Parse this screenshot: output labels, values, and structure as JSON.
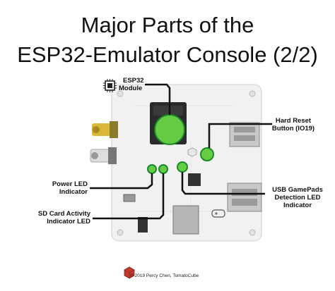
{
  "title_line1": "Major Parts of the",
  "title_line2": "ESP32-Emulator Console (2/2)",
  "labels": {
    "esp32_line1": "ESP32",
    "esp32_line2": "Module",
    "reset_line1": "Hard Reset",
    "reset_line2": "Button (IO19)",
    "power_line1": "Power LED",
    "power_line2": "Indicator",
    "sd_line1": "SD Card Activity",
    "sd_line2": "Indicator LED",
    "usb_line1": "USB GamePads",
    "usb_line2": "Detection LED",
    "usb_line3": "Indicator"
  },
  "footer": "© 2019 Percy Chen, TomatoCube",
  "colors": {
    "highlight": "#66cc44",
    "highlight_stroke": "#1a8a2a",
    "board": "#f2f2f2",
    "leader": "#111111"
  },
  "icons": [
    "chip-icon",
    "tomatocube-logo-icon",
    "gamepad-icon"
  ]
}
